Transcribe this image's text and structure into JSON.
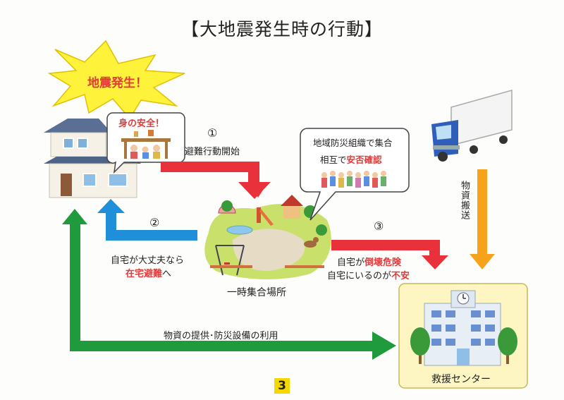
{
  "title": "【大地震発生時の行動】",
  "burst": {
    "label": "地震発生！"
  },
  "house_bubble": {
    "label": "身の安全！"
  },
  "step1": {
    "num": "①",
    "label": "避難行動開始"
  },
  "step2": {
    "num": "②",
    "line1": "自宅が大丈夫なら",
    "line2": "在宅避難",
    "line2_suffix": "へ"
  },
  "step3": {
    "num": "③",
    "line1_pre": "自宅が",
    "line1_em": "倒壊危険",
    "line2_pre": "自宅にいるのが",
    "line2_em": "不安"
  },
  "park_bubble": {
    "line1": "地域防災組織で集合",
    "line2_pre": "相互で",
    "line2_em": "安否確認"
  },
  "park": {
    "label": "一時集合場所"
  },
  "truck": {
    "label": "物資搬送"
  },
  "center": {
    "label": "救援センター"
  },
  "bottom_arrow": {
    "label": "物資の提供･防災設備の利用"
  },
  "page_number": "3",
  "colors": {
    "red_arrow": "#e8313a",
    "blue_arrow": "#1e8fd8",
    "green_arrow": "#1f9a3c",
    "orange_arrow": "#f6a21a",
    "burst": "#fff23a",
    "center_bg": "#fdf6c2",
    "emphasis": "#e23a3a",
    "page_badge": "#f3d800"
  }
}
